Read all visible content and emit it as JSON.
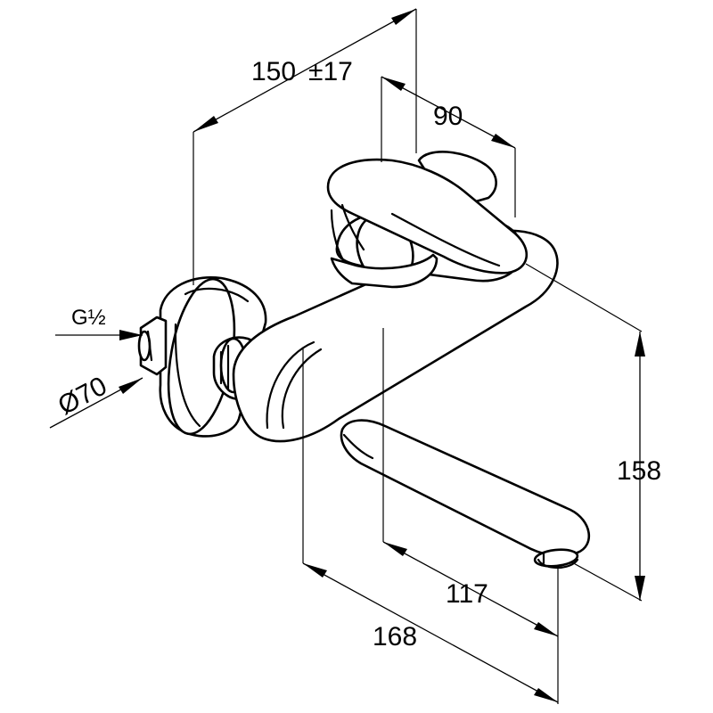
{
  "dimensions": {
    "overall_depth": "150",
    "overall_depth_tolerance": "±17",
    "handle_depth": "90",
    "height": "158",
    "spout_projection_inner": "117",
    "spout_projection_outer": "168",
    "thread": "G½",
    "rosette_diameter": "Ø70"
  }
}
